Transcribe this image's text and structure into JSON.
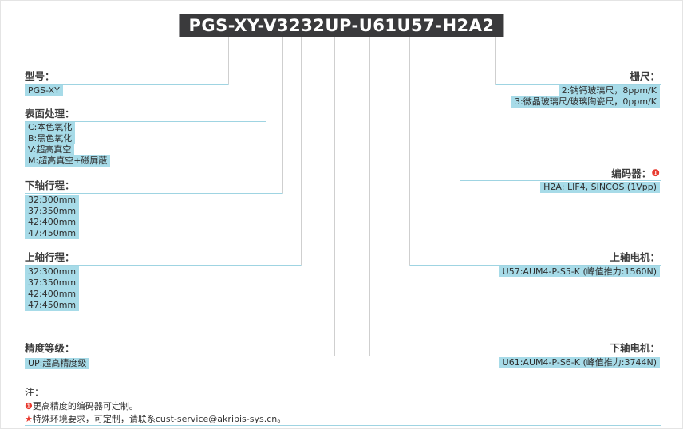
{
  "title": "PGS-XY-V3232UP-U61U57-H2A2",
  "left_sections": [
    {
      "label": "型号：",
      "values": [
        "PGS-XY"
      ]
    },
    {
      "label": "表面处理：",
      "values": [
        "C:本色氧化",
        "B:黑色氧化",
        "V:超高真空",
        "M:超高真空+磁屏蔽"
      ]
    },
    {
      "label": "下轴行程：",
      "values": [
        "32:300mm",
        "37:350mm",
        "42:400mm",
        "47:450mm"
      ]
    },
    {
      "label": "上轴行程：",
      "values": [
        "32:300mm",
        "37:350mm",
        "42:400mm",
        "47:450mm"
      ]
    },
    {
      "label": "精度等级：",
      "values": [
        "UP:超高精度级"
      ]
    }
  ],
  "right_sections": [
    {
      "label": "栅尺：",
      "values": [
        "2:钠钙玻璃尺，8ppm/K",
        "3:微晶玻璃尺/玻璃陶瓷尺，0ppm/K"
      ]
    },
    {
      "label": "编码器：",
      "badge": "❶",
      "values": [
        "H2A: LIF4, SINCOS (1Vpp)"
      ]
    },
    {
      "label": "上轴电机：",
      "values": [
        "U57:AUM4-P-S5-K (峰值推力:1560N)"
      ]
    },
    {
      "label": "下轴电机：",
      "values": [
        "U61:AUM4-P-S6-K (峰值推力:3744N)"
      ]
    }
  ],
  "notes": {
    "heading": "注：",
    "items": [
      {
        "marker": "❶",
        "text": "更高精度的编码器可定制。"
      },
      {
        "marker": "★",
        "text": "特殊环境要求，可定制，请联系cust-service@akribis-sys.cn。"
      }
    ]
  },
  "colors": {
    "title_background": "#3a3a3c",
    "highlight": "#a7dbe8",
    "section_line": "#9fd4e2",
    "connector_line": "#cfcfcf",
    "note_red": "#e8392e"
  }
}
